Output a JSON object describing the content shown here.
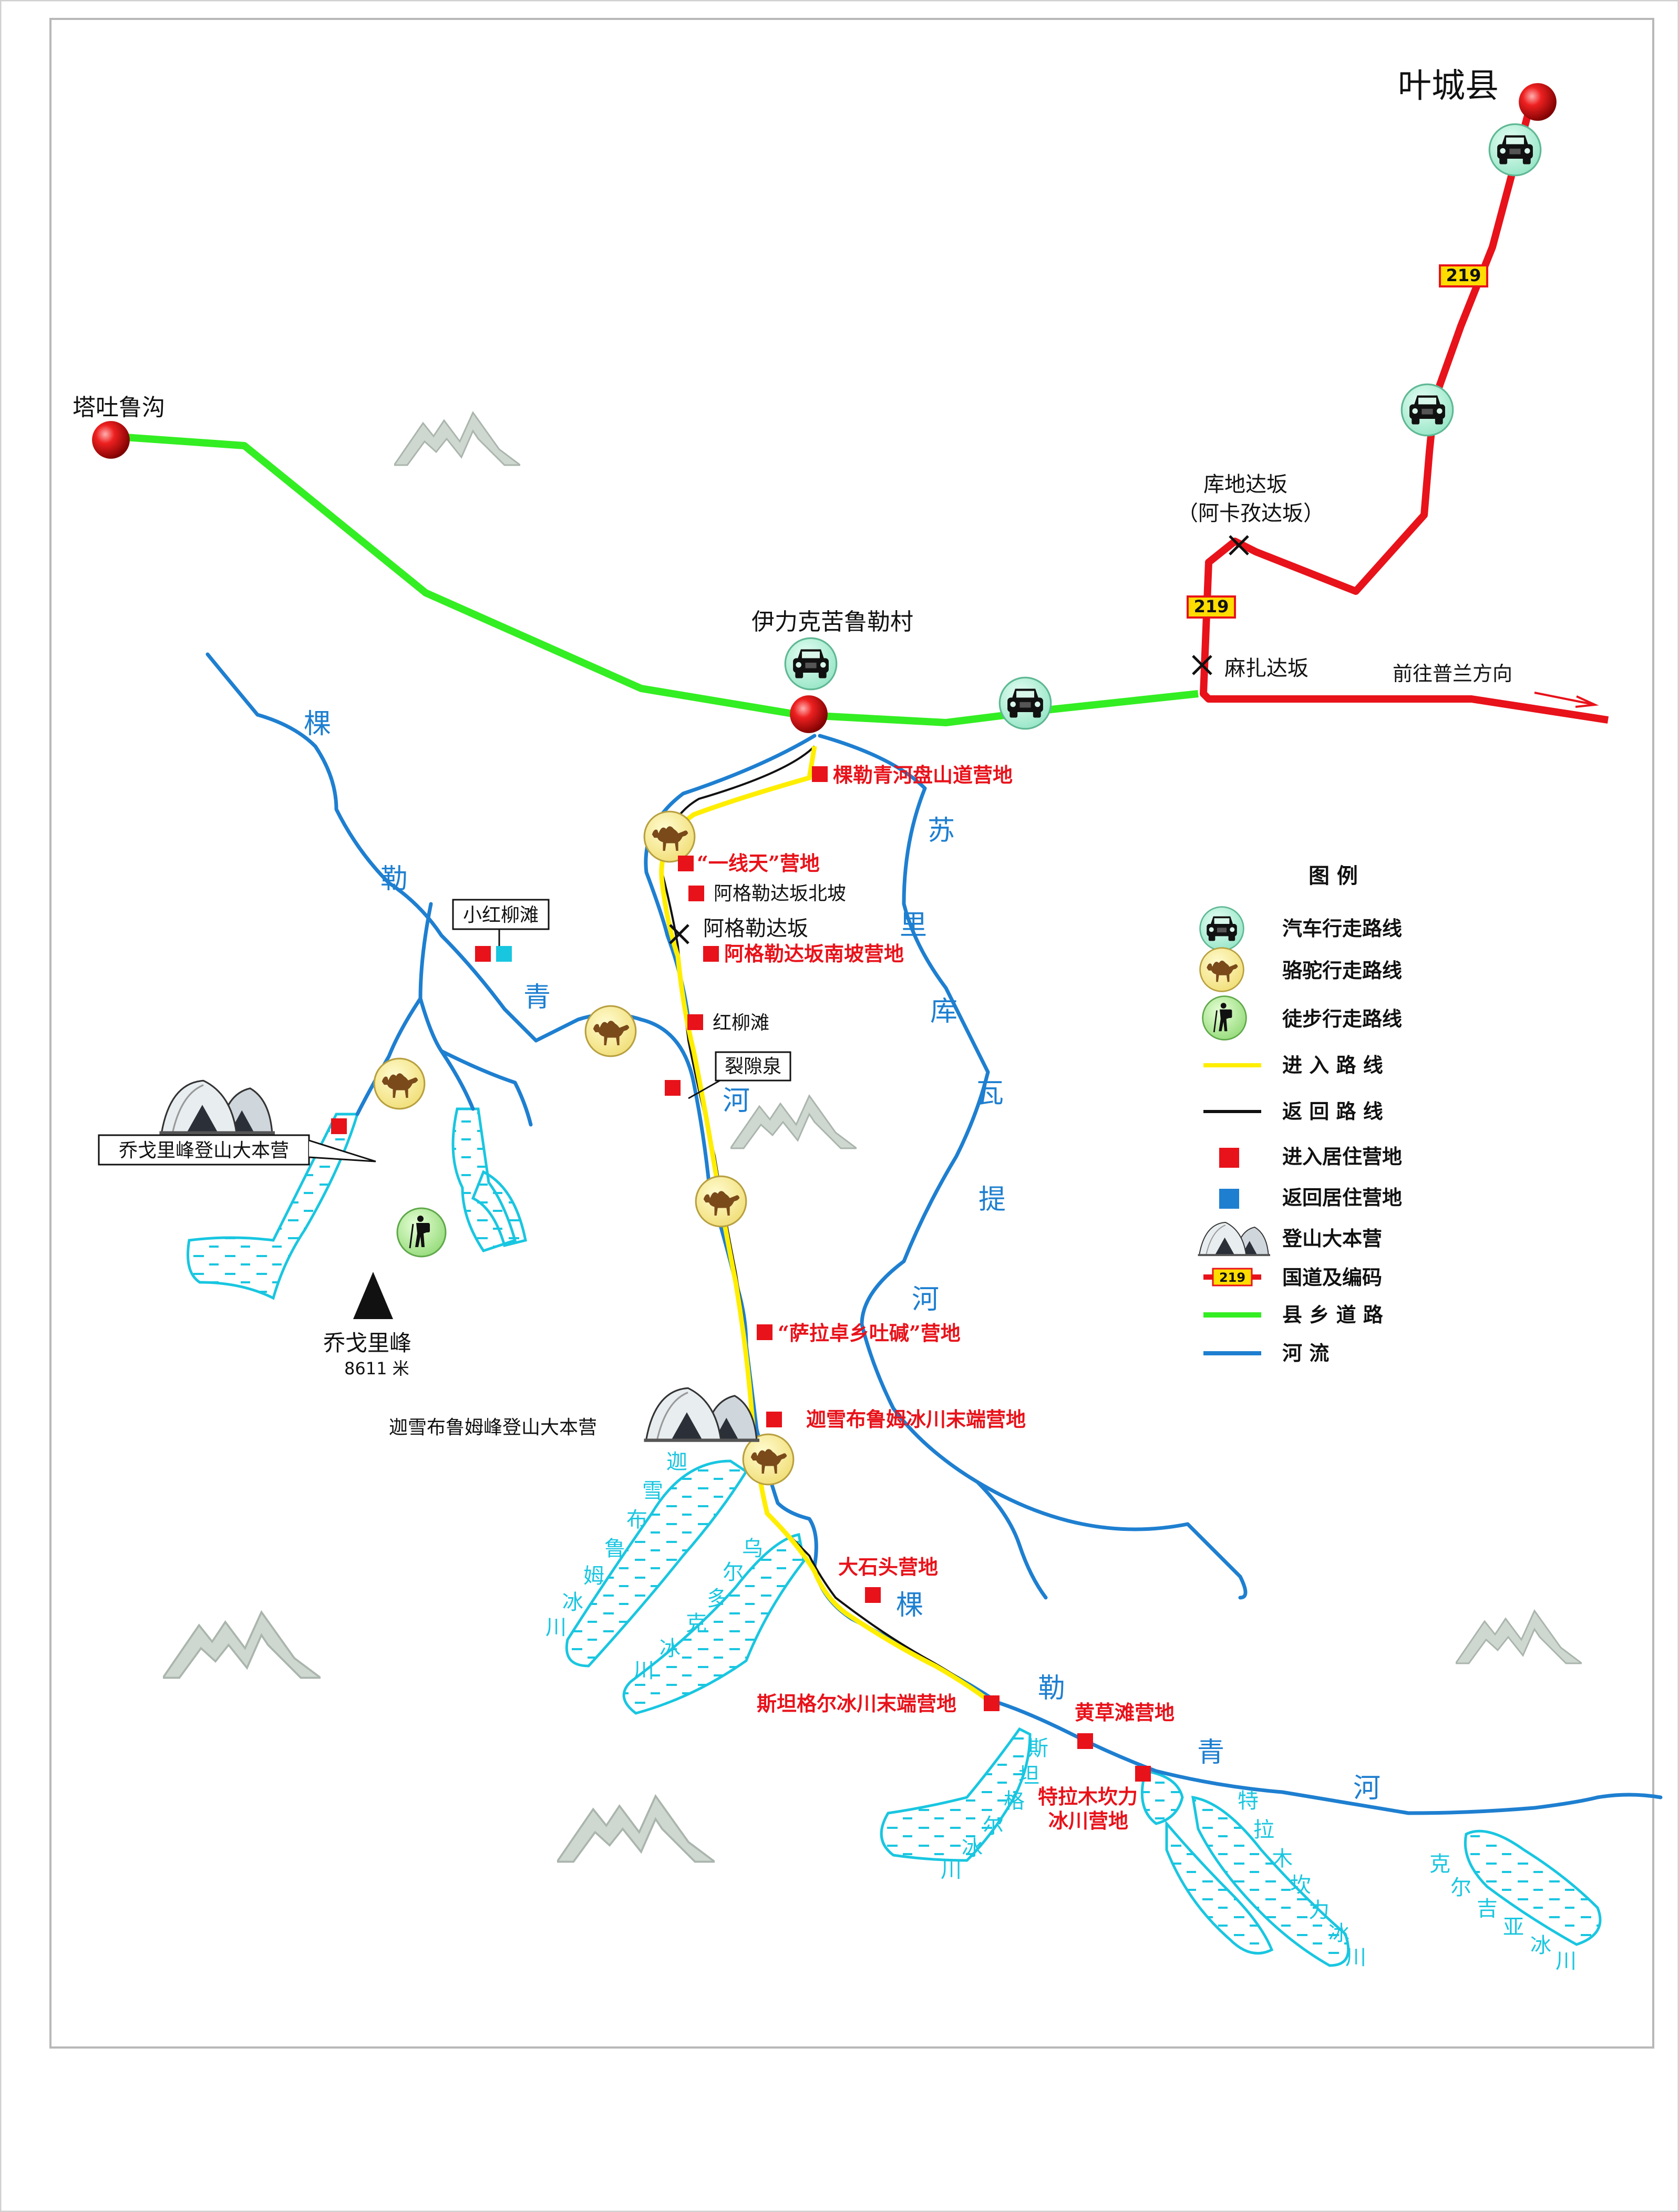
{
  "colors": {
    "road_national": "#e8121a",
    "road_county": "#33ee22",
    "route_in": "#ffee00",
    "route_out": "#111111",
    "river": "#1e7fd0",
    "glacier": "#19c6e0",
    "camp_in": "#e8121a",
    "camp_out": "#19c6e0"
  },
  "places": {
    "yecheng": "叶城县",
    "tatulu": "塔吐鲁沟",
    "yilik": "伊力克苦鲁勒村",
    "kudi_pass": "库地达坂",
    "akazi_pass": "（阿卡孜达坂）",
    "mazha_pass": "麻扎达坂",
    "to_pulan": "前往普兰方向",
    "road_no_1": "219",
    "road_no_2": "219",
    "peak_name": "乔戈里峰",
    "peak_height": "8611 米",
    "xiaohongliu": "小红柳滩",
    "liexiquan": "裂隙泉",
    "qogir_bc": "乔戈里峰登山大本营",
    "gasherbrum_bc": "迦雪布鲁姆峰登山大本营"
  },
  "camps": {
    "c1": "棵勒青河盘山道营地",
    "c2": "“一线天”营地",
    "c3": "阿格勒达坂北坡",
    "c4": "阿格勒达坂",
    "c5": "阿格勒达坂南坡营地",
    "c6": "红柳滩",
    "c7": "“萨拉卓乡吐碱”营地",
    "c8": "迦雪布鲁姆冰川末端营地",
    "c9": "大石头营地",
    "c10": "斯坦格尔冰川末端营地",
    "c11": "黄草滩营地",
    "c12a": "特拉木坎力",
    "c12b": "冰川营地"
  },
  "rivers": {
    "keleqing_1": [
      "棵",
      "勒",
      "青",
      "河"
    ],
    "suli": [
      "苏",
      "里",
      "库",
      "瓦",
      "提",
      "河"
    ],
    "keleqing_2": [
      "棵",
      "勒",
      "青",
      "河"
    ]
  },
  "glaciers": {
    "gasherbrum": [
      "迦",
      "雪",
      "布",
      "鲁",
      "姆",
      "冰",
      "川"
    ],
    "urdok": [
      "乌",
      "尔",
      "多",
      "克",
      "冰",
      "川"
    ],
    "staghar": [
      "斯",
      "坦",
      "格",
      "尔",
      "冰",
      "川"
    ],
    "tramkangri": [
      "特",
      "拉",
      "木",
      "坎",
      "力",
      "冰",
      "川"
    ],
    "kyagar": [
      "克",
      "尔",
      "吉",
      "亚",
      "冰",
      "川"
    ]
  },
  "legend": {
    "title": "图 例",
    "items": [
      {
        "label": "汽车行走路线",
        "icon": "car-icon"
      },
      {
        "label": "骆驼行走路线",
        "icon": "camel-icon"
      },
      {
        "label": "徒步行走路线",
        "icon": "hiker-icon"
      },
      {
        "label": "进 入 路 线",
        "icon": "yellow-line"
      },
      {
        "label": "返 回 路 线",
        "icon": "black-line"
      },
      {
        "label": "进入居住营地",
        "icon": "red-square"
      },
      {
        "label": "返回居住营地",
        "icon": "blue-square"
      },
      {
        "label": "登山大本营",
        "icon": "tent-icon"
      },
      {
        "label": "国道及编码",
        "icon": "road-219"
      },
      {
        "label": "县 乡 道 路",
        "icon": "green-line"
      },
      {
        "label": "河 流",
        "icon": "river-line"
      }
    ],
    "road_badge": "219"
  }
}
